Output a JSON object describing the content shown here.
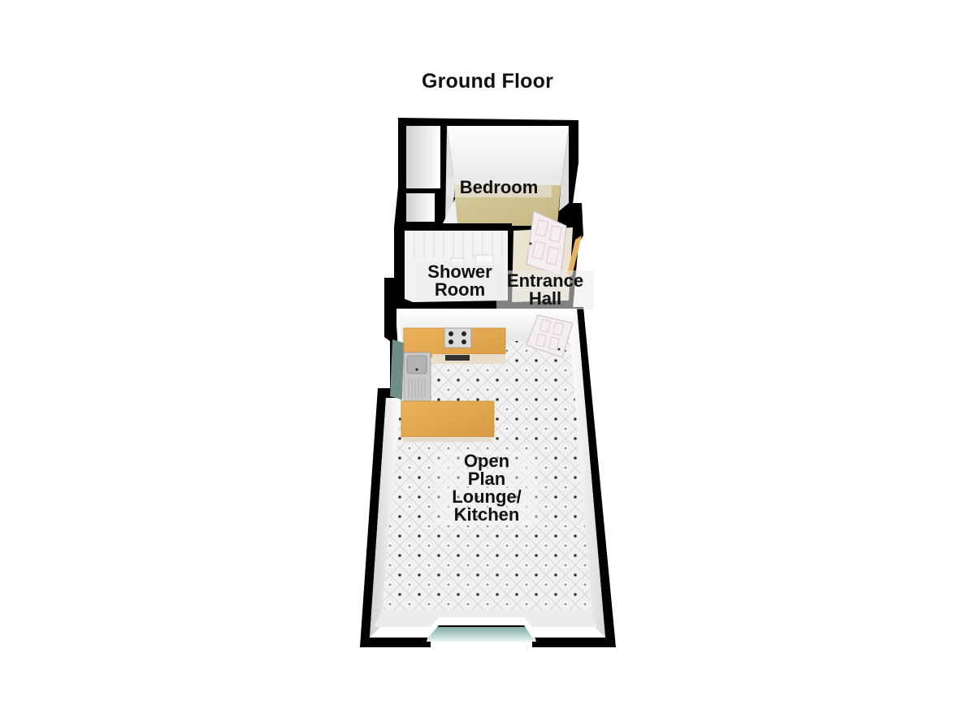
{
  "title": "Ground Floor",
  "rooms": {
    "bedroom": {
      "lines": [
        "Bedroom"
      ]
    },
    "shower_room": {
      "lines": [
        "Shower",
        "Room"
      ]
    },
    "entrance_hall": {
      "lines": [
        "Entrance",
        "Hall"
      ]
    },
    "lounge_kitchen": {
      "lines": [
        "Open",
        "Plan",
        "Lounge/",
        "Kitchen"
      ]
    }
  },
  "colors": {
    "wall": "#000000",
    "inner_wall": "#f2f2f2",
    "bedroom_carpet": "#cdbf91",
    "worktop": "#e4a94f",
    "floor_tile": "#efefef",
    "door": "#f3ecef",
    "window": "#9fc7c0"
  }
}
